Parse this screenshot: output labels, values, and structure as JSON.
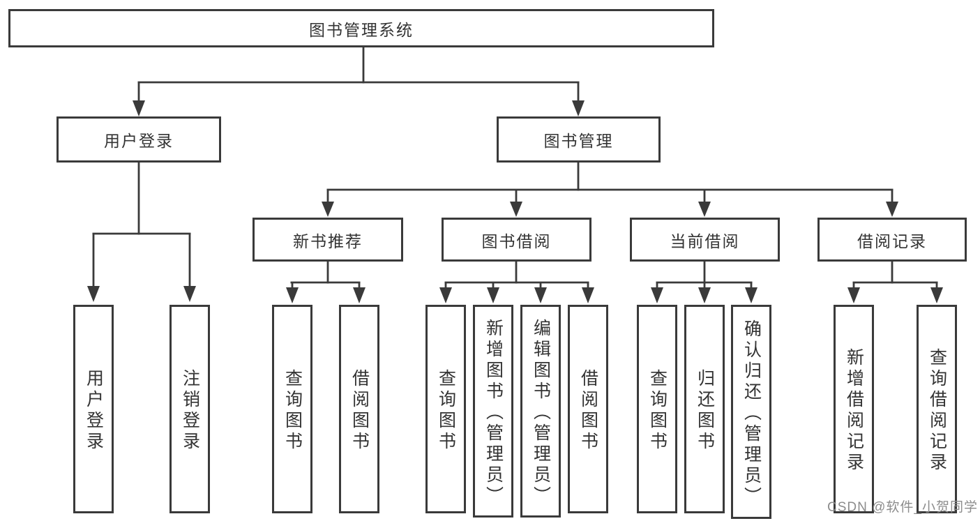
{
  "diagram": {
    "title": "图书管理系统",
    "level2": [
      "用户登录",
      "图书管理"
    ],
    "level3": [
      "新书推荐",
      "图书借阅",
      "当前借阅",
      "借阅记录"
    ],
    "leaves": {
      "user_login": [
        "用户登录",
        "注销登录"
      ],
      "new_book": [
        "查询图书",
        "借阅图书"
      ],
      "borrow": [
        "查询图书",
        "新增图书（管理员）",
        "编辑图书（管理员）",
        "借阅图书"
      ],
      "current": [
        "查询图书",
        "归还图书",
        "确认归还（管理员）"
      ],
      "record": [
        "新增借阅记录",
        "查询借阅记录"
      ]
    },
    "watermark": "CSDN @软件_小贺同学",
    "colors": {
      "line": "#3a3a3a",
      "text": "#333333",
      "background": "#ffffff",
      "watermark": "#8c8c8c"
    }
  }
}
